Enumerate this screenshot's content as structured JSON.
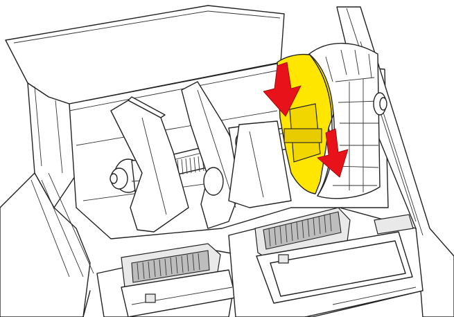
{
  "illustration": {
    "subject": "printer-label-roll-loading",
    "colors": {
      "line": "#222222",
      "background": "#ffffff",
      "highlight": "#ffe600",
      "arrow": "#e8121b",
      "shade": "#e9e9e9"
    },
    "arrows": [
      {
        "name": "arrow-top",
        "direction": "down"
      },
      {
        "name": "arrow-bottom",
        "direction": "down"
      }
    ]
  }
}
